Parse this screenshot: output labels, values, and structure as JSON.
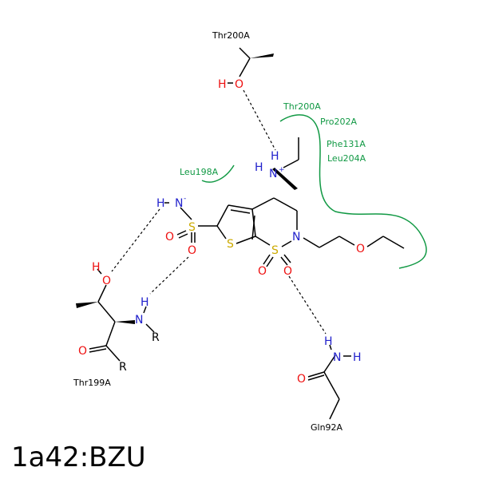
{
  "title": "1a42:BZU",
  "colors": {
    "nitrogen": "#2222cc",
    "oxygen": "#ee1111",
    "sulfur": "#ccaa00",
    "hydrophobic": "#119944",
    "bond": "#000000"
  },
  "residues": {
    "thr200_top": "Thr200A",
    "thr199": "Thr199A",
    "gln92": "Gln92A",
    "leu198": "Leu198A"
  },
  "hydrophobic_contacts": [
    "Thr200A",
    "Pro202A",
    "Phe131A",
    "Leu204A"
  ],
  "atoms": {
    "H": "H",
    "O": "O",
    "N": "N",
    "S": "S",
    "R": "R",
    "plus": "+",
    "minus": "-"
  }
}
